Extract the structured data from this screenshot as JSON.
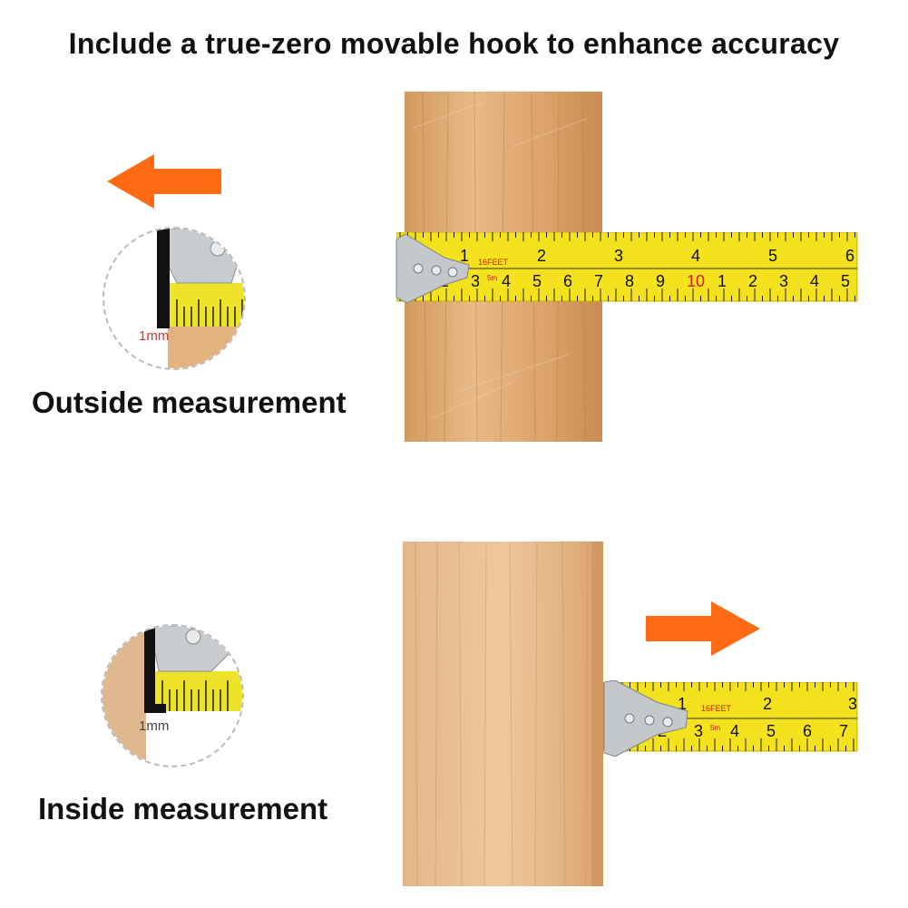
{
  "headline": "Include a true-zero movable hook to enhance accuracy",
  "outside": {
    "caption": "Outside measurement",
    "zoom_label": "1mm",
    "tape_feet_label": "16FEET",
    "tape_5m_label": "5m",
    "top_numbers": [
      "1",
      "2",
      "3",
      "4",
      "5",
      "6"
    ],
    "bottom_numbers": [
      "2",
      "3",
      "4",
      "5",
      "6",
      "7",
      "8",
      "9",
      "10",
      "1",
      "2",
      "3",
      "4",
      "5"
    ],
    "highlight_number": "10"
  },
  "inside": {
    "caption": "Inside measurement",
    "zoom_label": "1mm",
    "tape_feet_label": "16FEET",
    "tape_5m_label": "5m",
    "top_numbers": [
      "1",
      "2",
      "3"
    ],
    "bottom_numbers": [
      "2",
      "3",
      "4",
      "5",
      "6",
      "7"
    ]
  },
  "colors": {
    "arrow": "#ff6a13",
    "tape": "#f3e21d",
    "wood_light": "#e6b37c",
    "wood_dark": "#c9894d",
    "metal": "#bfc3c6"
  },
  "icons": [
    "arrow-left-icon",
    "arrow-right-icon"
  ]
}
